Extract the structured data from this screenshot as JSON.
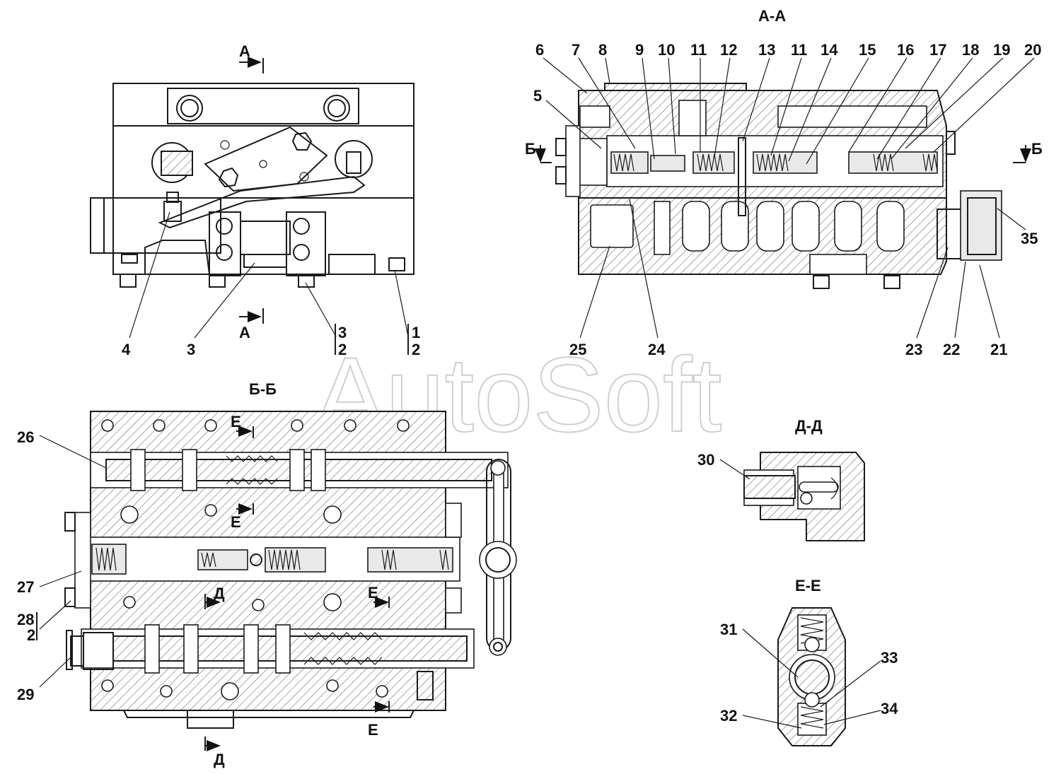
{
  "watermark": "AutoSoft",
  "colors": {
    "line": "#1a1a1a",
    "paper": "#ffffff",
    "watermark": "#cfcfcf"
  },
  "sections": {
    "aa": "А-А",
    "bb": "Б-Б",
    "dd": "Д-Д",
    "ee": "Е-Е"
  },
  "markers": {
    "a": "А",
    "b": "Б",
    "d": "Д",
    "e": "Е"
  },
  "callouts": {
    "c1": "1",
    "c2": "2",
    "c3": "3",
    "c4": "4",
    "c5": "5",
    "c6": "6",
    "c7": "7",
    "c8": "8",
    "c9": "9",
    "c10": "10",
    "c11": "11",
    "c12": "12",
    "c13": "13",
    "c14": "14",
    "c15": "15",
    "c16": "16",
    "c17": "17",
    "c18": "18",
    "c19": "19",
    "c20": "20",
    "c21": "21",
    "c22": "22",
    "c23": "23",
    "c24": "24",
    "c25": "25",
    "c26": "26",
    "c27": "27",
    "c28": "28",
    "c29": "29",
    "c30": "30",
    "c31": "31",
    "c32": "32",
    "c33": "33",
    "c34": "34",
    "c35": "35"
  }
}
